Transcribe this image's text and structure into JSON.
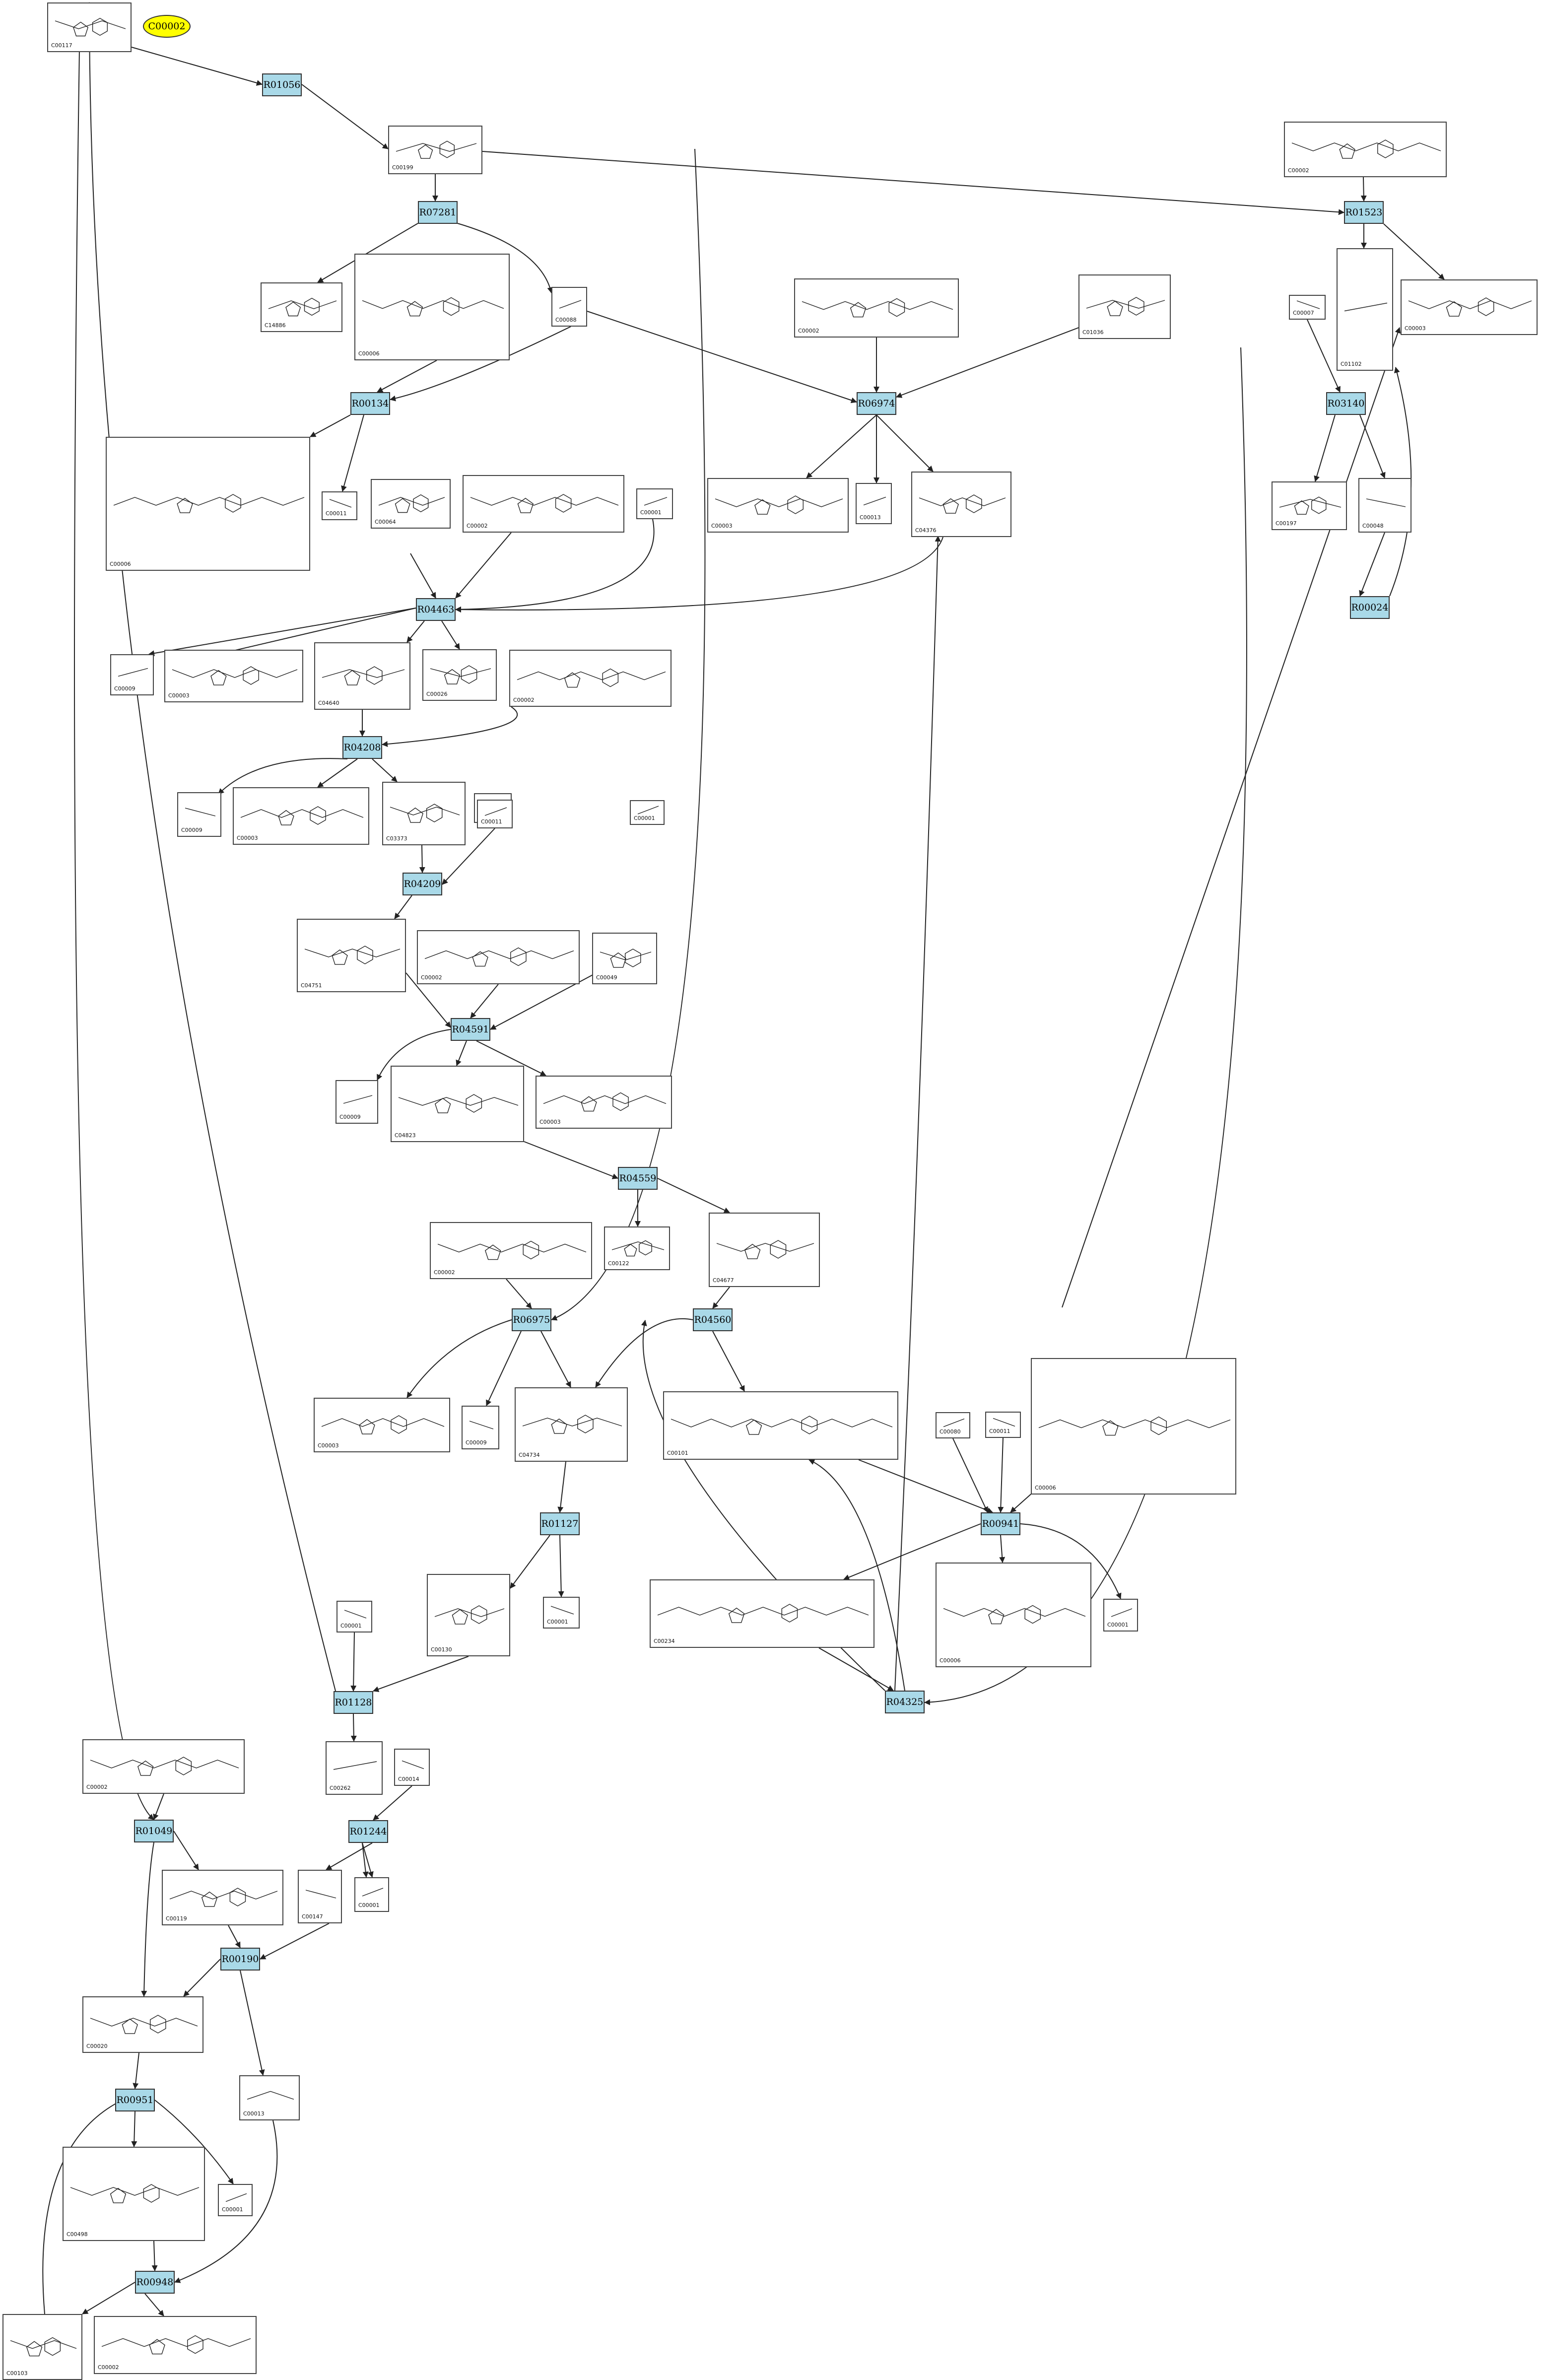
{
  "start_node": {
    "label": "C00002"
  },
  "reactions": [
    {
      "id": "R01056"
    },
    {
      "id": "R07281"
    },
    {
      "id": "R01523"
    },
    {
      "id": "R00134"
    },
    {
      "id": "R06974"
    },
    {
      "id": "R03140"
    },
    {
      "id": "R04463"
    },
    {
      "id": "R00024"
    },
    {
      "id": "R04208"
    },
    {
      "id": "R04209"
    },
    {
      "id": "R04591"
    },
    {
      "id": "R04559"
    },
    {
      "id": "R06975"
    },
    {
      "id": "R04560"
    },
    {
      "id": "R01127"
    },
    {
      "id": "R00941"
    },
    {
      "id": "R01128"
    },
    {
      "id": "R04325"
    },
    {
      "id": "R01244"
    },
    {
      "id": "R01049"
    },
    {
      "id": "R00190"
    },
    {
      "id": "R00951"
    },
    {
      "id": "R00948"
    }
  ],
  "compounds": [
    {
      "id": "C00117"
    },
    {
      "id": "C00199"
    },
    {
      "id": "C00002"
    },
    {
      "id": "C14886"
    },
    {
      "id": "C00006"
    },
    {
      "id": "C00088"
    },
    {
      "id": "C00002"
    },
    {
      "id": "C01036"
    },
    {
      "id": "C00007"
    },
    {
      "id": "C01102"
    },
    {
      "id": "C00003"
    },
    {
      "id": "C00006"
    },
    {
      "id": "C00011"
    },
    {
      "id": "C00064"
    },
    {
      "id": "C00002"
    },
    {
      "id": "C00001"
    },
    {
      "id": "C00003"
    },
    {
      "id": "C00013"
    },
    {
      "id": "C04376"
    },
    {
      "id": "C00197"
    },
    {
      "id": "C00048"
    },
    {
      "id": "C00009"
    },
    {
      "id": "C00003"
    },
    {
      "id": "C04640"
    },
    {
      "id": "C00026"
    },
    {
      "id": "C00002"
    },
    {
      "id": "C00011"
    },
    {
      "id": "C00001"
    },
    {
      "id": "C00009"
    },
    {
      "id": "C00003"
    },
    {
      "id": "C03373"
    },
    {
      "id": "C00011"
    },
    {
      "id": "C04751"
    },
    {
      "id": "C00002"
    },
    {
      "id": "C00049"
    },
    {
      "id": "C00009"
    },
    {
      "id": "C04823"
    },
    {
      "id": "C00003"
    },
    {
      "id": "C00002"
    },
    {
      "id": "C00122"
    },
    {
      "id": "C04677"
    },
    {
      "id": "C00003"
    },
    {
      "id": "C00009"
    },
    {
      "id": "C04734"
    },
    {
      "id": "C00101"
    },
    {
      "id": "C00080"
    },
    {
      "id": "C00011"
    },
    {
      "id": "C00006"
    },
    {
      "id": "C00001"
    },
    {
      "id": "C00130"
    },
    {
      "id": "C00001"
    },
    {
      "id": "C00234"
    },
    {
      "id": "C00006"
    },
    {
      "id": "C00001"
    },
    {
      "id": "C00002"
    },
    {
      "id": "C00262"
    },
    {
      "id": "C00014"
    },
    {
      "id": "C00119"
    },
    {
      "id": "C00147"
    },
    {
      "id": "C00001"
    },
    {
      "id": "C00020"
    },
    {
      "id": "C00013"
    },
    {
      "id": "C00498"
    },
    {
      "id": "C00001"
    },
    {
      "id": "C00103"
    },
    {
      "id": "C00002"
    }
  ],
  "colors": {
    "reaction_fill": "#a9d9e8",
    "start_fill": "#ffff00",
    "edge": "#222222"
  }
}
